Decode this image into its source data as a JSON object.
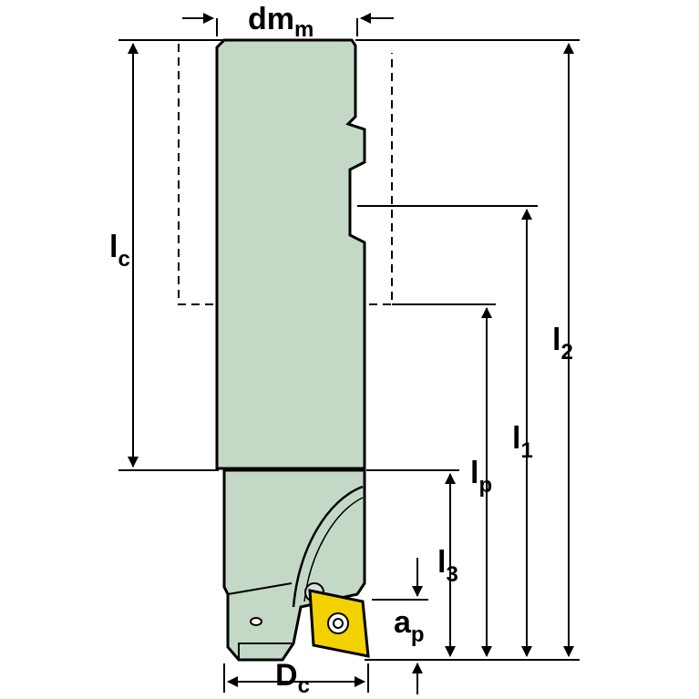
{
  "colors": {
    "body": "#c3d9c6",
    "insert": "#f2d200",
    "outline": "#000000",
    "background": "#ffffff"
  },
  "labels": {
    "dmm": {
      "main": "dm",
      "sub": "m"
    },
    "lc": {
      "main": "l",
      "sub": "c"
    },
    "l2": {
      "main": "l",
      "sub": "2"
    },
    "l1": {
      "main": "l",
      "sub": "1"
    },
    "lp": {
      "main": "l",
      "sub": "p"
    },
    "l3": {
      "main": "l",
      "sub": "3"
    },
    "ap": {
      "main": "a",
      "sub": "p"
    },
    "dc": {
      "main": "D",
      "sub": "c"
    }
  }
}
